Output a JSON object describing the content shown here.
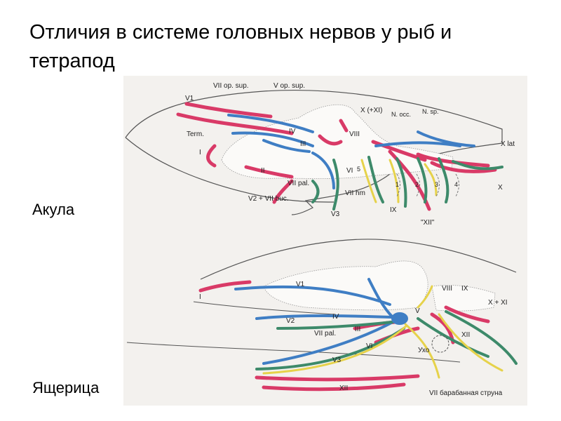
{
  "slide": {
    "title": "Отличия в системе головных нервов у рыб и тетрапод",
    "label_shark": "Акула",
    "label_lizard": "Ящерица"
  },
  "colors": {
    "motor_red": "#d93a67",
    "sensory_blue": "#3f7ec4",
    "visceral_green": "#3d8a6a",
    "special_yellow": "#e6d24a",
    "background_page": "#f3f1ee"
  },
  "shark": {
    "labels": {
      "v1": "V1",
      "vii_op_sup": "VII op. sup.",
      "v_op_sup": "V op. sup.",
      "term": "Term.",
      "i": "I",
      "iv": "IV",
      "iii": "III",
      "ii": "II",
      "viii": "VIII",
      "x_xi": "X (+XI)",
      "n_occ": "N. occ.",
      "n_sp": "N. sp.",
      "x_lat": "X lat",
      "vi": "VI",
      "five": "5",
      "vii_pal": "VII pal.",
      "vii_hm": "VII hm",
      "v2_vii_buc": "V2 + VII buc.",
      "v3": "V3",
      "ix": "IX",
      "xii": "\"XII\"",
      "x": "X",
      "g1": "1",
      "g2": "2",
      "g3": "3",
      "g4": "4"
    }
  },
  "lizard": {
    "labels": {
      "i": "I",
      "v1": "V1",
      "v2": "V2",
      "v3": "V3",
      "iv": "IV",
      "vi": "VI",
      "vii_pal": "VII pal.",
      "iii": "III",
      "v": "V",
      "viii": "VIII",
      "ix": "IX",
      "x_xi": "X + XI",
      "uho": "Ухо",
      "xii_a": "XII",
      "xii_b": "XII",
      "vii_chorda": "VII  барабанная струна"
    }
  }
}
